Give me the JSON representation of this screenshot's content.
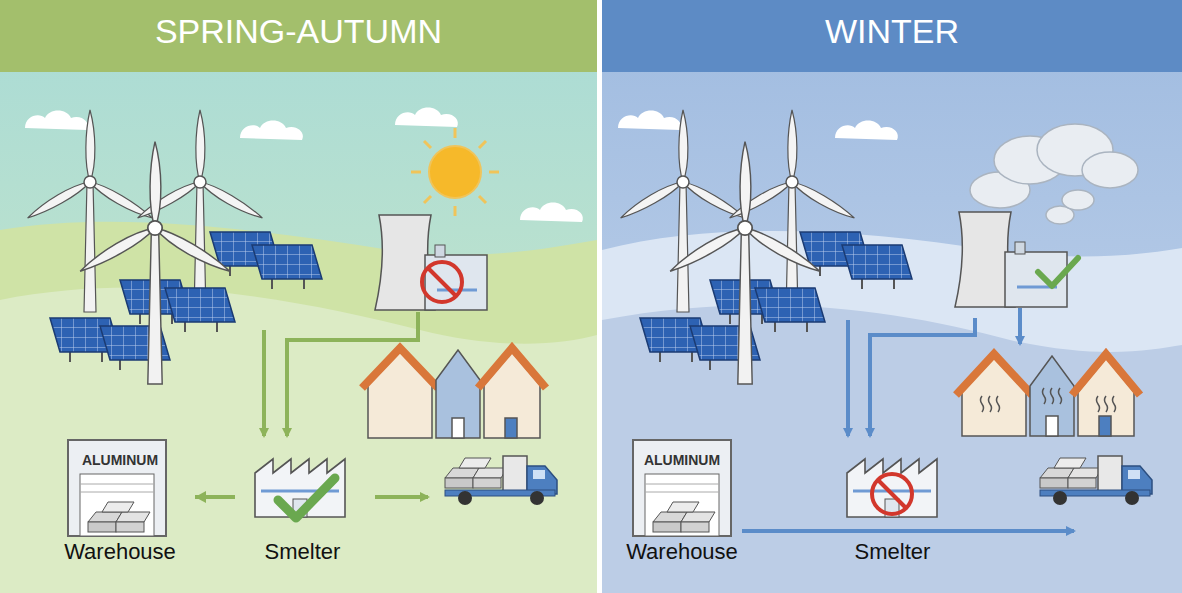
{
  "diagram": {
    "nodes": [
      {
        "text": [
          "SPRING-AUTUMN"
        ]
      },
      {
        "text": [
          "ALUMINUM",
          "Warehouse"
        ],
        "in": 0
      },
      {
        "text": [
          "Smelter"
        ],
        "in": 0
      },
      {
        "text": [
          "WINTER"
        ]
      },
      {
        "text": [
          "ALUMINUM",
          "Warehouse"
        ],
        "in": 3
      },
      {
        "text": [
          "Smelter"
        ],
        "in": 3
      }
    ],
    "edges": [
      {
        "from": 2,
        "to": 1,
        "arrow": "to"
      }
    ]
  }
}
